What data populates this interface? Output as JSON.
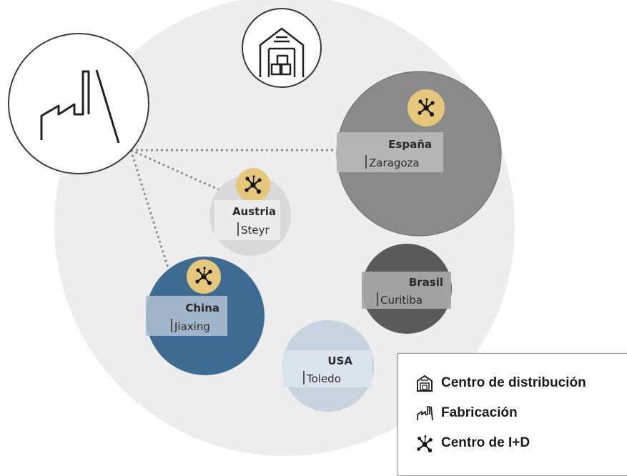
{
  "locations": [
    {
      "country": "España",
      "city": "Zaragoza",
      "rnd": true
    },
    {
      "country": "Austria",
      "city": "Steyr",
      "rnd": true
    },
    {
      "country": "China",
      "city": "Jiaxing",
      "rnd": true
    },
    {
      "country": "Brasil",
      "city": "Curitiba",
      "rnd": false
    },
    {
      "country": "USA",
      "city": "Toledo",
      "rnd": false
    }
  ],
  "legend": {
    "distribution": "Centro de distribución",
    "manufacturing": "Fabricación",
    "rnd": "Centro de I+D"
  },
  "colors": {
    "background_disc": "#ededed",
    "espana": "#8a8a8a",
    "austria": "#d9d9d9",
    "china": "#3e6b92",
    "brasil": "#5a5a5a",
    "usa": "#c7d4e0",
    "rnd_badge": "#e6c77a",
    "connector": "#8f8f8f"
  },
  "icons": [
    "factory-icon",
    "warehouse-icon",
    "molecule-icon"
  ]
}
